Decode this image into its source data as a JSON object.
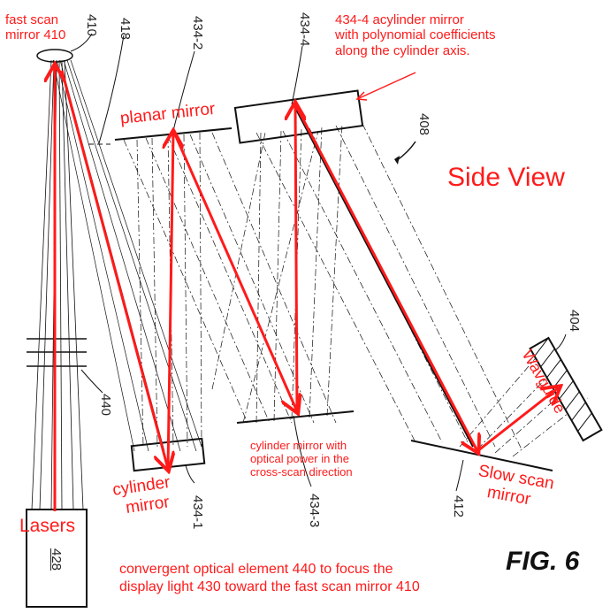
{
  "colors": {
    "annotation": "#ff1a1a",
    "line": "#111111"
  },
  "labels": {
    "fast_scan_mirror_line1": "fast scan",
    "fast_scan_mirror_line2": "mirror 410",
    "acylinder_line1": "434-4 acylinder mirror",
    "acylinder_line2": "with polynomial coefficients",
    "acylinder_line3": "along the cylinder axis.",
    "planar_mirror": "planar mirror",
    "side_view": "Side View",
    "waveguide": "Wavguide",
    "cylinder_mirror_small_line1": "cylinder mirror with",
    "cylinder_mirror_small_line2": "optical power in the",
    "cylinder_mirror_small_line3": "cross-scan direction",
    "cylinder_mirror_line1": "cylinder",
    "cylinder_mirror_line2": "mirror",
    "slow_scan_line1": "Slow scan",
    "slow_scan_line2": "mirror",
    "lasers": "Lasers",
    "caption_line1": "convergent optical element 440 to focus the",
    "caption_line2": "display light 430 toward the fast scan mirror 410",
    "fig_number": "FIG. 6"
  },
  "refs": {
    "r410": "410",
    "r418": "418",
    "r434_2": "434-2",
    "r434_4": "434-4",
    "r408": "408",
    "r404": "404",
    "r440": "440",
    "r428": "428",
    "r434_1": "434-1",
    "r434_3": "434-3",
    "r412": "412"
  }
}
